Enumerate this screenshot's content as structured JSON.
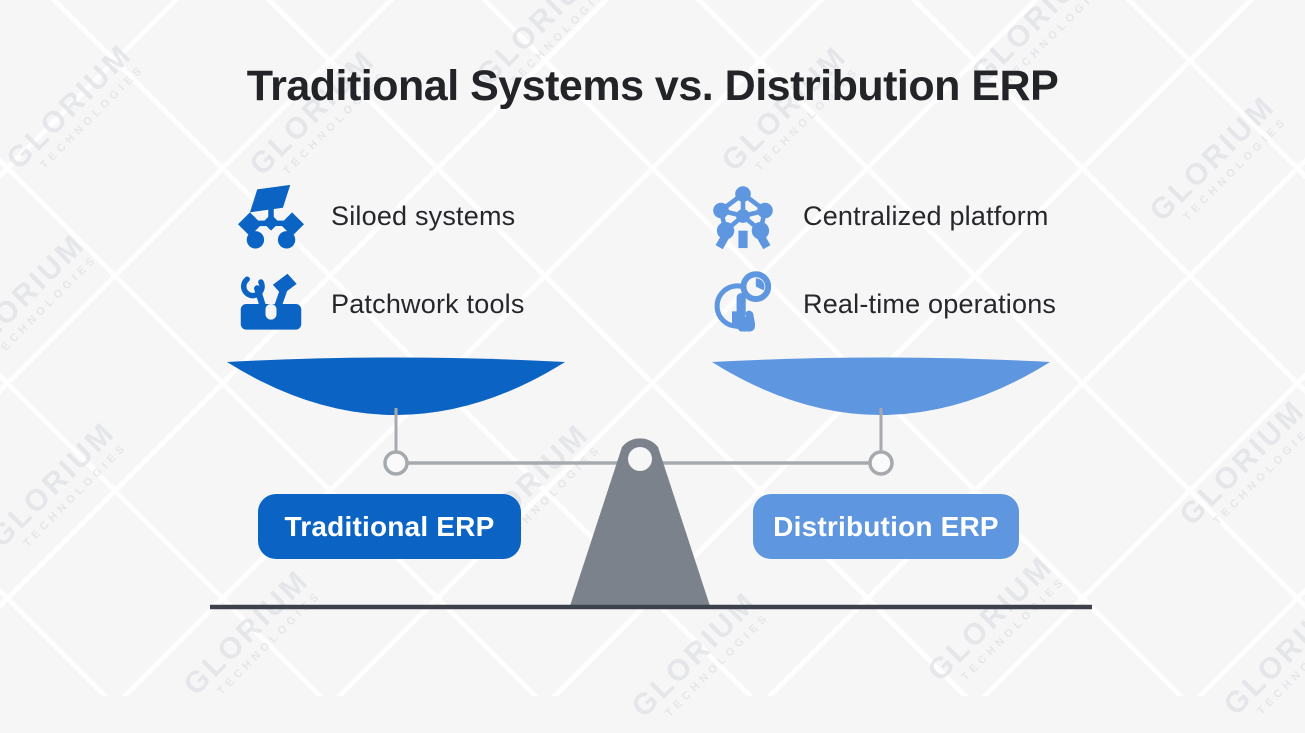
{
  "title": "Traditional Systems vs. Distribution ERP",
  "watermark": {
    "line1": "GLORIUM",
    "line2": "TECHNOLOGIES"
  },
  "left": {
    "theme_color": "#0b64c4",
    "items": [
      {
        "icon": "sitemap-icon",
        "label": "Siloed systems"
      },
      {
        "icon": "toolbox-icon",
        "label": "Patchwork tools"
      }
    ],
    "pan_label": "Traditional ERP"
  },
  "right": {
    "theme_color": "#5e97df",
    "items": [
      {
        "icon": "atomium-icon",
        "label": "Centralized platform"
      },
      {
        "icon": "tap-clock-icon",
        "label": "Real-time operations"
      }
    ],
    "pan_label": "Distribution ERP"
  },
  "scale": {
    "beam_color": "#a6aaaf",
    "fulcrum_color": "#7b828b",
    "ground_color": "#3c414b",
    "left_pan_color": "#0b64c4",
    "right_pan_color": "#5e97df"
  }
}
